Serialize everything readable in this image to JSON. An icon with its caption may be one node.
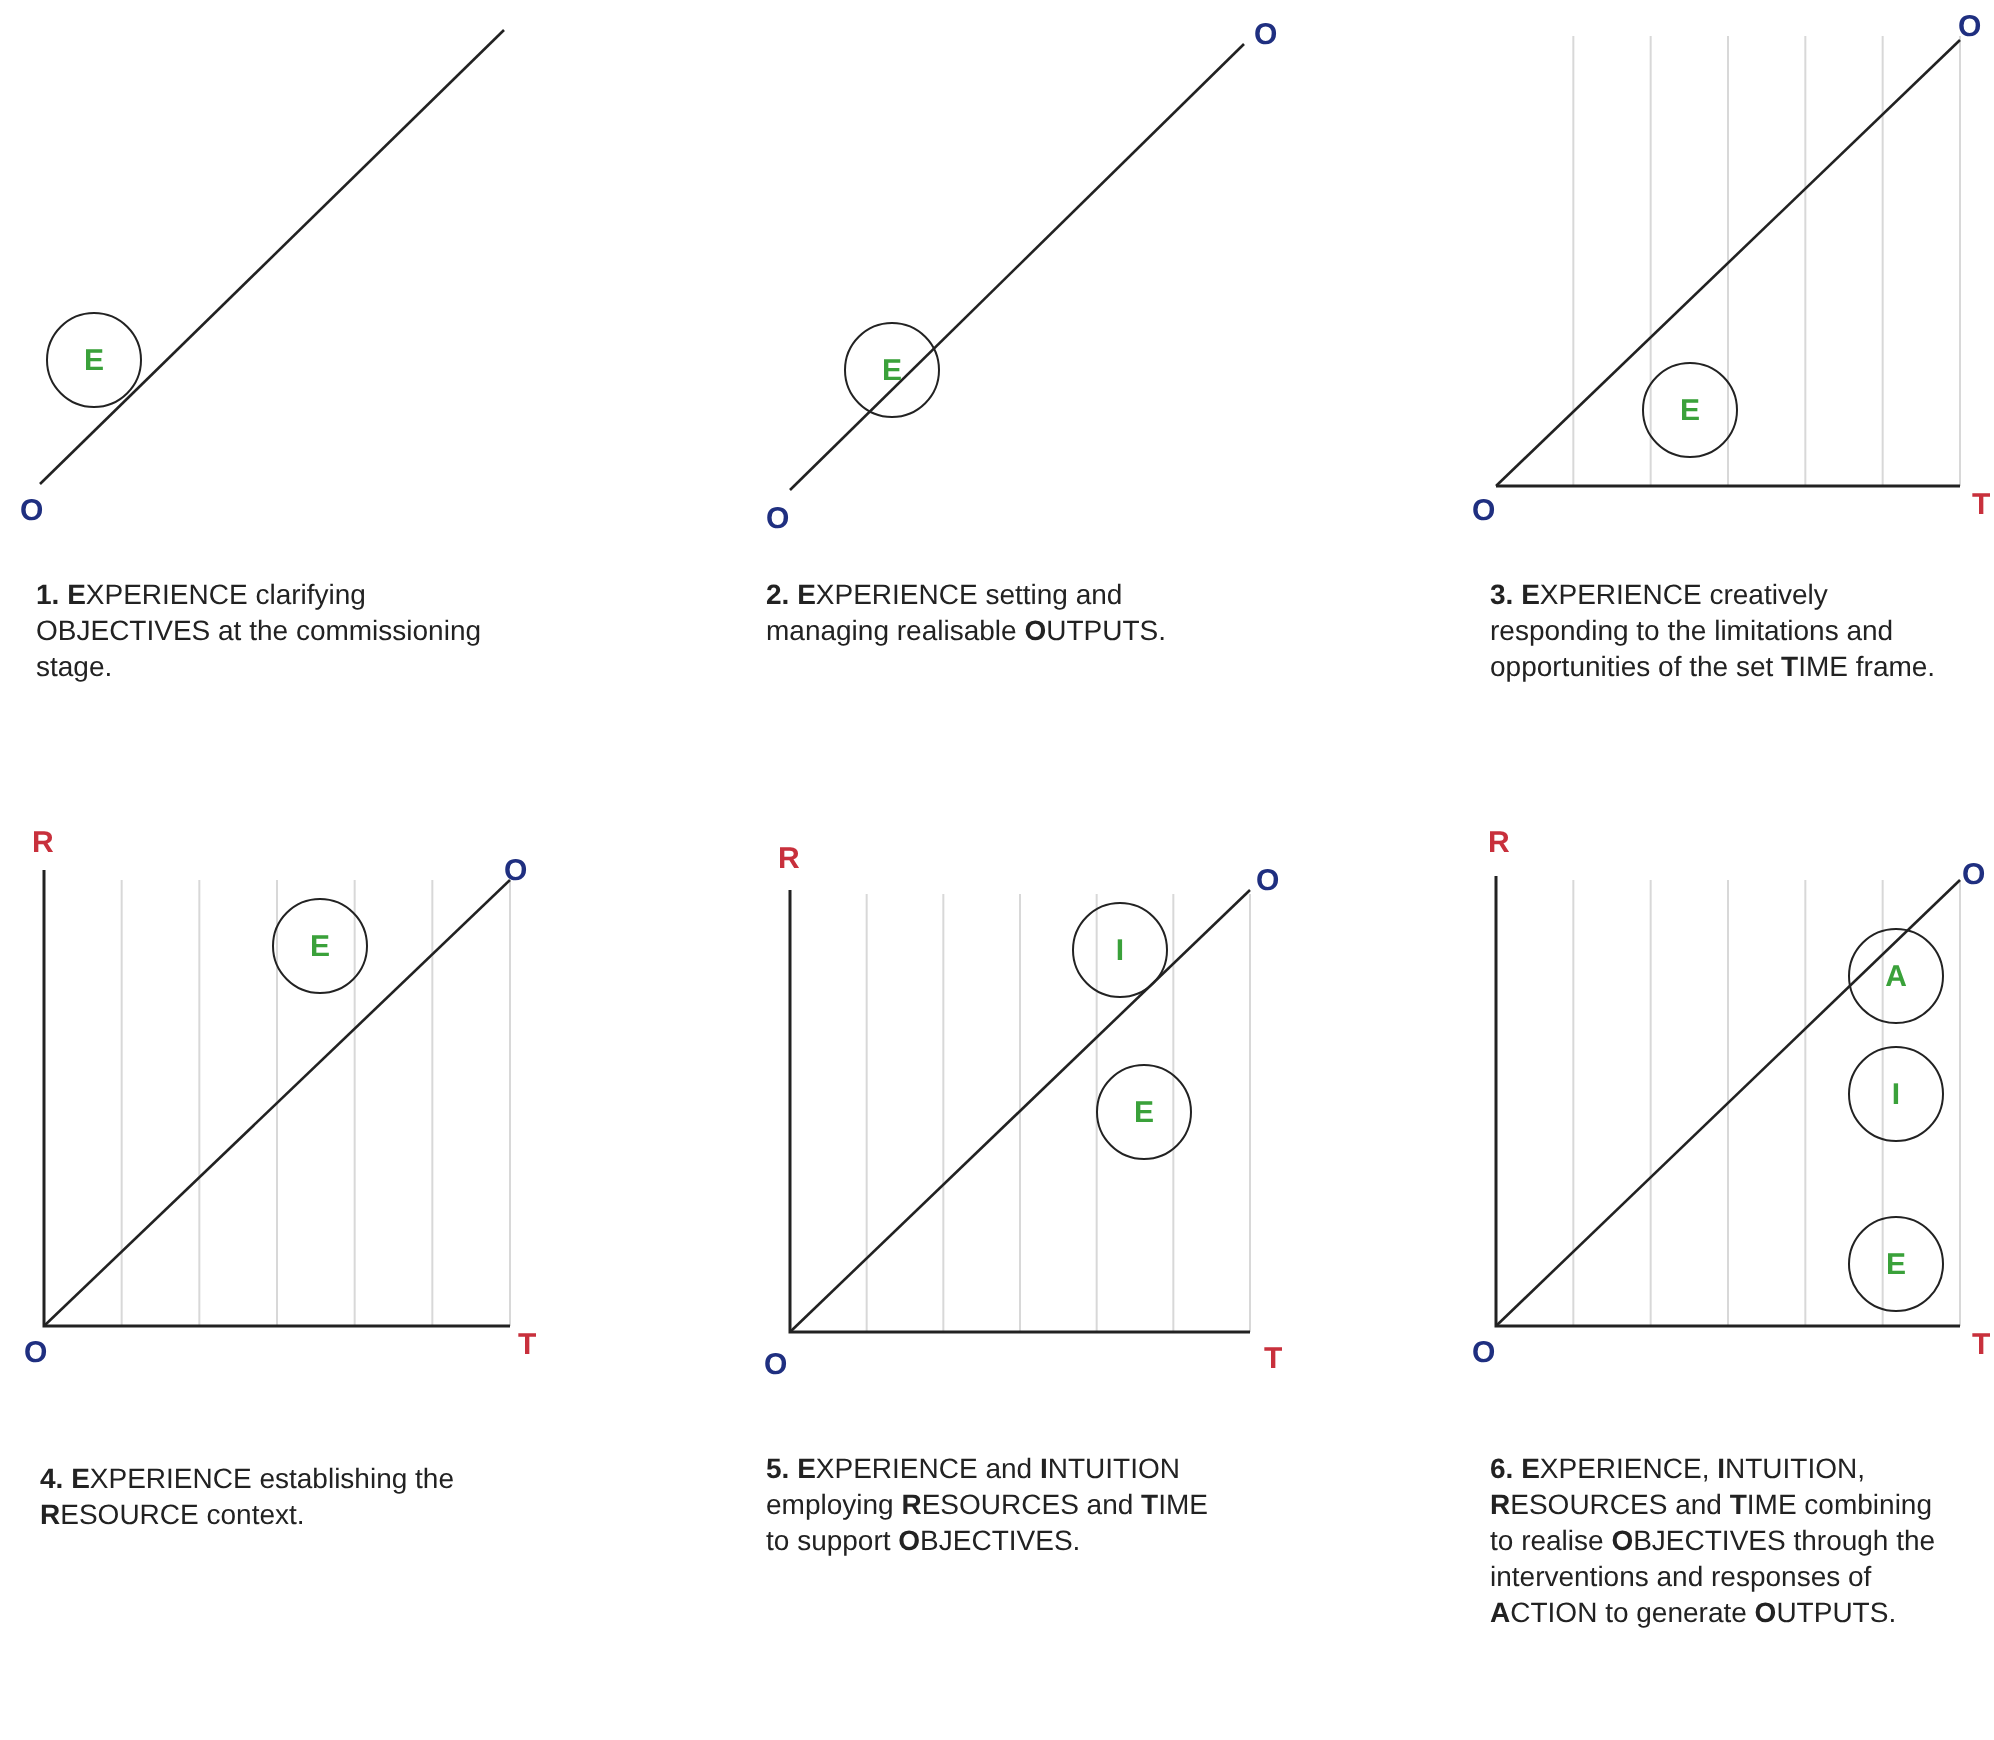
{
  "diagram": {
    "nodes": [
      {
        "text": [
          "E"
        ]
      },
      {
        "text": [
          "E"
        ]
      },
      {
        "text": [
          "E"
        ]
      },
      {
        "text": [
          "E"
        ]
      },
      {
        "text": [
          "I"
        ]
      },
      {
        "text": [
          "E"
        ]
      },
      {
        "text": [
          "A"
        ]
      },
      {
        "text": [
          "I"
        ]
      },
      {
        "text": [
          "E"
        ]
      }
    ],
    "labels": [
      "O",
      "**1. E**XPERIENCE clarifying OBJECTIVES at the commissioning stage.",
      "O",
      "O",
      "**2. E**XPERIENCE setting and managing realisable **O**UTPUTS.",
      "O",
      "O",
      "T",
      "**3. E**XPERIENCE creatively responding to the limitations and opportunities of the set **T**IME frame.",
      "R",
      "O",
      "O",
      "T",
      "**4. E**XPERIENCE establishing the **R**ESOURCE context.",
      "R",
      "O",
      "O",
      "T",
      "**5. E**XPERIENCE and **I**NTUITION employing **R**ESOURCES and **T**IME to support **O**BJECTIVES.",
      "R",
      "O",
      "O",
      "T",
      "**6. E**XPERIENCE, **I**NTUITION, **R**ESOURCES and **T**IME combining to realise **O**BJECTIVES through the interventions and responses of **A**CTION to generate **O**UTPUTS."
    ]
  }
}
